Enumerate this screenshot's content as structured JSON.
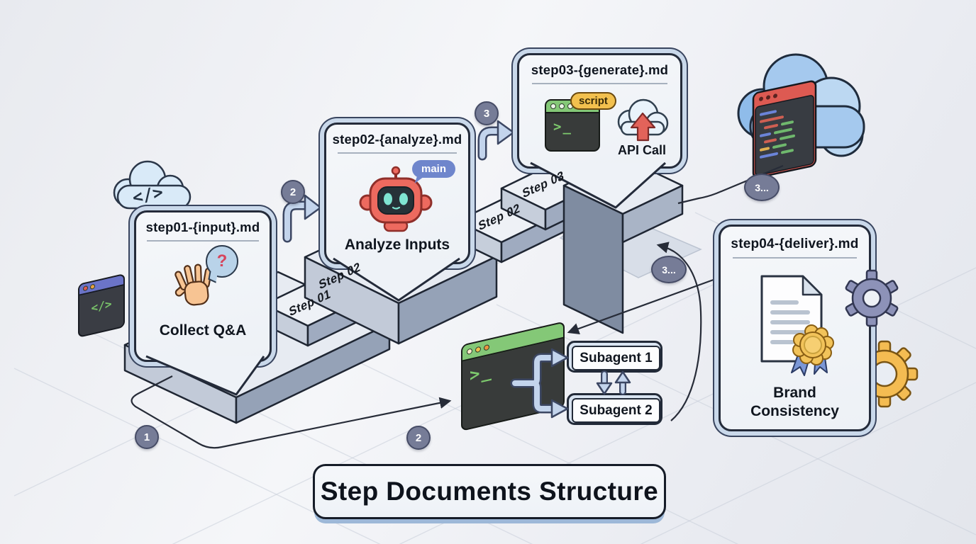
{
  "title": {
    "text": "Step Documents Structure"
  },
  "cards": {
    "step01": {
      "filename": "step01-{input}.md",
      "caption": "Collect Q&A",
      "bubble": "?"
    },
    "step02": {
      "filename": "step02-{analyze}.md",
      "caption": "Analyze Inputs",
      "bubble": "main"
    },
    "step03": {
      "filename": "step03-{generate}.md",
      "tag": "script",
      "caption": "API Call"
    },
    "step04": {
      "filename": "step04-{deliver}.md",
      "caption": "Brand\nConsistency"
    }
  },
  "stairs": {
    "set1": [
      "Step 01",
      "Step 02"
    ],
    "set2": [
      "Step 02",
      "Step 03"
    ]
  },
  "badges": {
    "step1": "1",
    "step2_arrow": "2",
    "step2_floor": "2",
    "step3_arrow": "3",
    "more_cloud": "3...",
    "more_loop": "3..."
  },
  "subagents": [
    "Subagent 1",
    "Subagent 2"
  ],
  "icons": {
    "terminal_prompt": ">_",
    "code_window_glyph": "</>",
    "cloud_code_glyph": "</>"
  },
  "colors": {
    "card_border": "#242b3a",
    "card_ring": "#c9d8ea",
    "badge_fill": "#767c97",
    "arrow_blue": "#c3d4ec",
    "terminal_green": "#84c877",
    "script_yellow": "#f2c04e",
    "robot_red": "#ed6a5f",
    "award_yellow": "#f2c35a"
  }
}
